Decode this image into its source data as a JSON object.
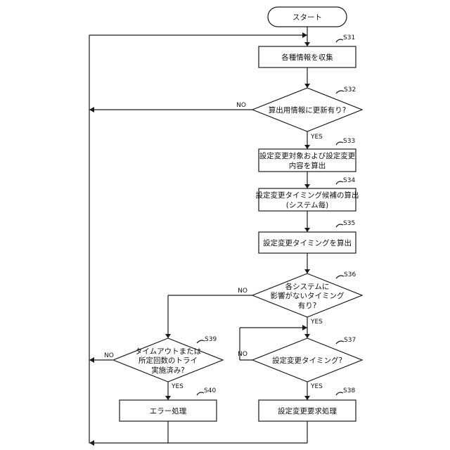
{
  "start": {
    "label": "スタート"
  },
  "steps": {
    "s31": {
      "tag": "S31",
      "lines": [
        "各種情報を収集"
      ]
    },
    "s32": {
      "tag": "S32",
      "lines": [
        "算出用情報に更新有り?"
      ]
    },
    "s33": {
      "tag": "S33",
      "lines": [
        "設定変更対象および設定変更",
        "内容を算出"
      ]
    },
    "s34": {
      "tag": "S34",
      "lines": [
        "設定変更タイミング候補の算出",
        "(システム毎)"
      ]
    },
    "s35": {
      "tag": "S35",
      "lines": [
        "設定変更タイミングを算出"
      ]
    },
    "s36": {
      "tag": "S36",
      "lines": [
        "各システムに",
        "影響がないタイミング",
        "有り?"
      ]
    },
    "s37": {
      "tag": "S37",
      "lines": [
        "設定変更タイミング?"
      ]
    },
    "s38": {
      "tag": "S38",
      "lines": [
        "設定変更要求処理"
      ]
    },
    "s39": {
      "tag": "S39",
      "lines": [
        "タイムアウトまたは",
        "所定回数のトライ",
        "実施済み?"
      ]
    },
    "s40": {
      "tag": "S40",
      "lines": [
        "エラー処理"
      ]
    }
  },
  "branch": {
    "yes": "YES",
    "no": "NO"
  }
}
